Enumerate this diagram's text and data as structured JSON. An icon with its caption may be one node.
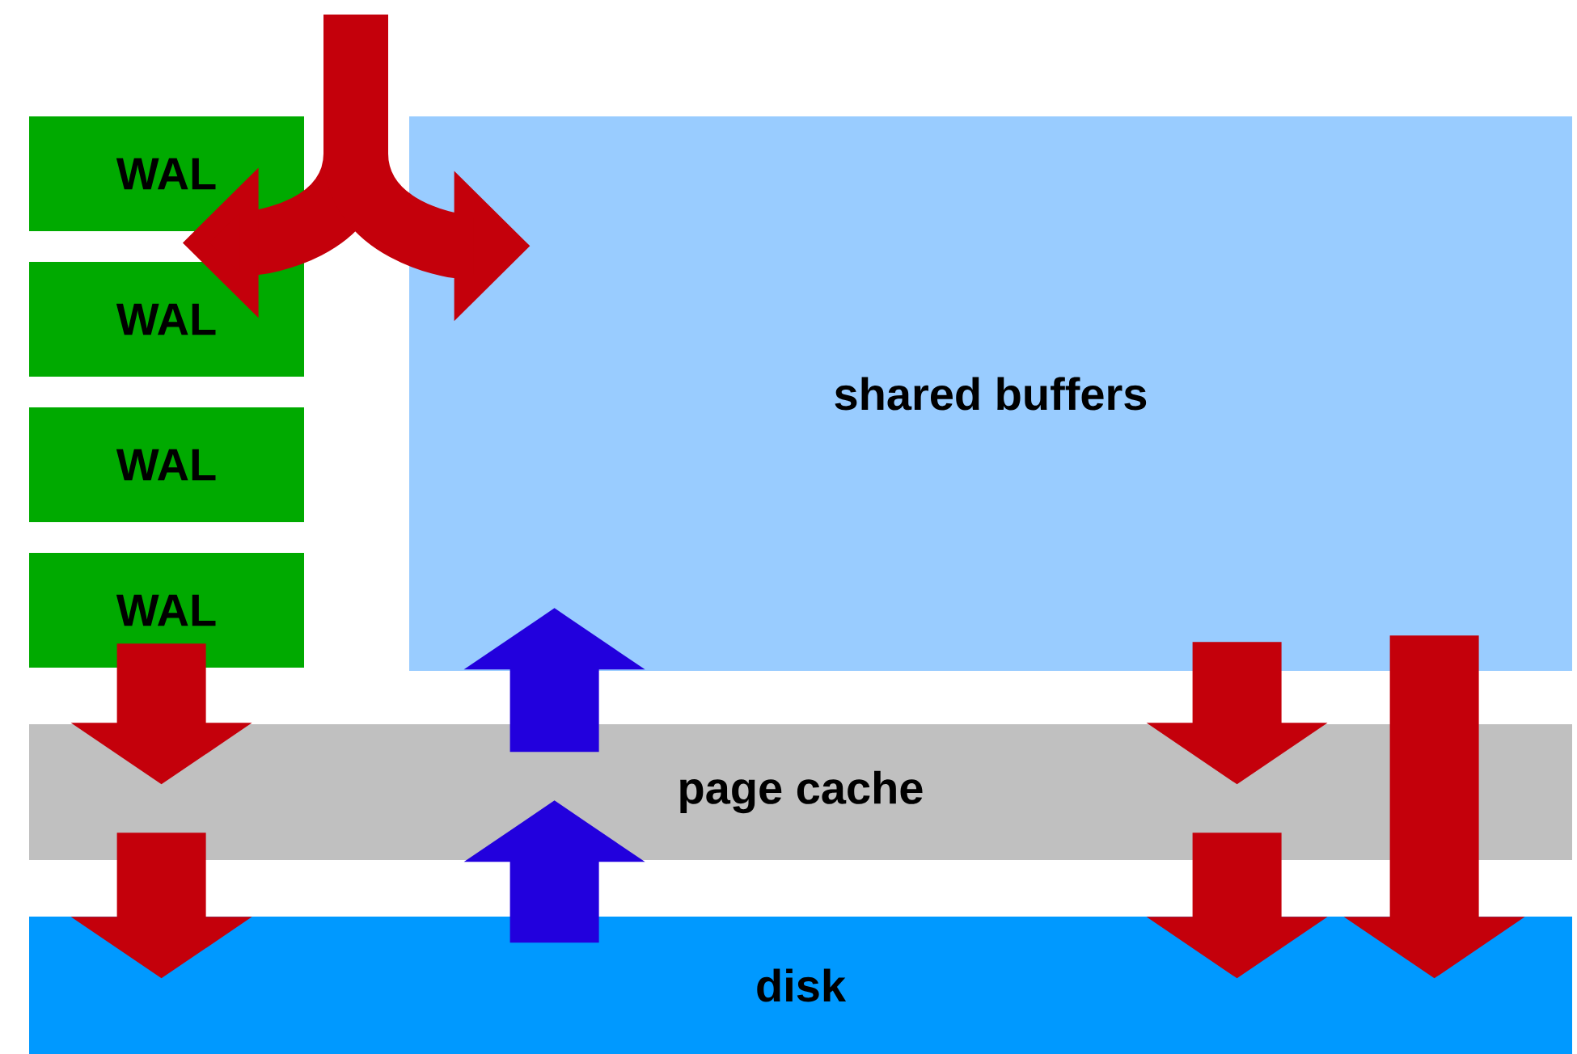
{
  "diagram": {
    "nodes": [
      {
        "text": [
          "WAL"
        ]
      },
      {
        "text": [
          "WAL"
        ]
      },
      {
        "text": [
          "WAL"
        ]
      },
      {
        "text": [
          "WAL"
        ]
      },
      {
        "text": [
          "shared buffers"
        ]
      },
      {
        "text": [
          "page cache"
        ]
      },
      {
        "text": [
          "disk"
        ]
      }
    ],
    "edges": [
      {
        "from": null,
        "to": 0,
        "arrow": "to"
      },
      {
        "from": null,
        "to": 4,
        "arrow": "to"
      },
      {
        "from": 3,
        "to": 5,
        "arrow": "to"
      },
      {
        "from": 5,
        "to": 6,
        "arrow": "to"
      },
      {
        "from": 5,
        "to": 4,
        "arrow": "to",
        "color": "#2200dd"
      },
      {
        "from": 6,
        "to": 5,
        "arrow": "to",
        "color": "#2200dd"
      },
      {
        "from": 4,
        "to": 5,
        "arrow": "to"
      },
      {
        "from": 5,
        "to": 6,
        "arrow": "to"
      },
      {
        "from": 4,
        "to": 6,
        "arrow": "to"
      }
    ]
  }
}
